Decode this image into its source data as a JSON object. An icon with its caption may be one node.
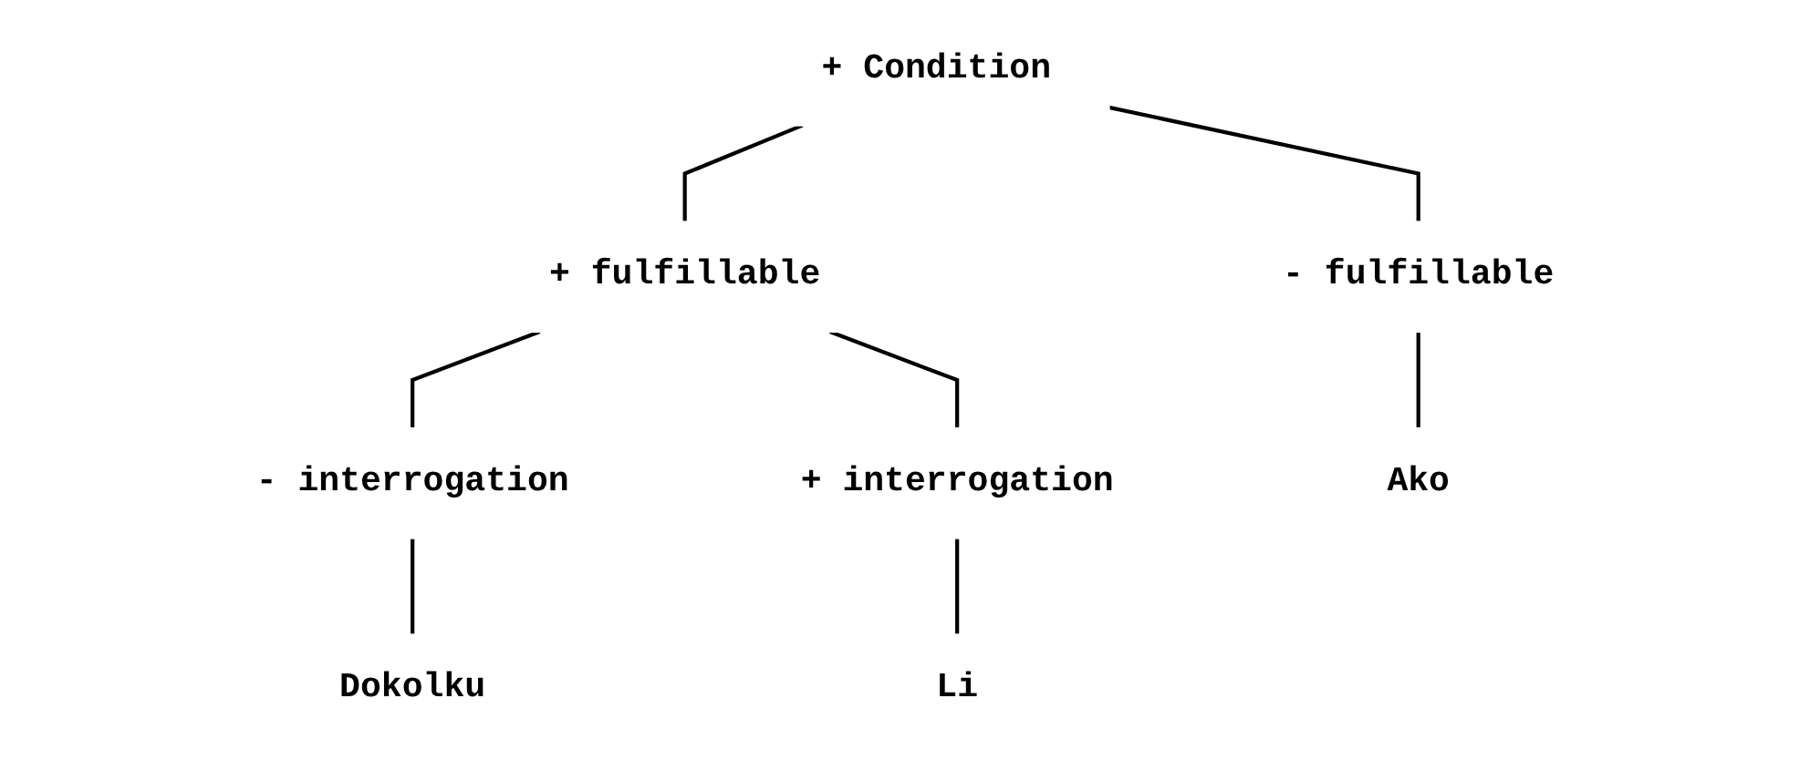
{
  "diagram": {
    "nodes": [
      {
        "text": [
          "+ Condition"
        ]
      },
      {
        "text": [
          "- fulfillable"
        ]
      },
      {
        "text": [
          "+ fulfillable"
        ]
      },
      {
        "text": [
          "- interrogation"
        ]
      },
      {
        "text": [
          "+ interrogation"
        ]
      },
      {
        "text": [
          "Ako"
        ]
      },
      {
        "text": [
          "Dokolku"
        ]
      },
      {
        "text": [
          "Li"
        ]
      }
    ],
    "edges": [
      {
        "from": 0,
        "to": 1,
        "arrow": "none"
      },
      {
        "from": 0,
        "to": 2,
        "arrow": "none"
      },
      {
        "from": 1,
        "to": 5,
        "arrow": "none"
      },
      {
        "from": 2,
        "to": 3,
        "arrow": "none"
      },
      {
        "from": 2,
        "to": 4,
        "arrow": "none"
      },
      {
        "from": 3,
        "to": 6,
        "arrow": "none"
      },
      {
        "from": 4,
        "to": 7,
        "arrow": "none"
      }
    ]
  }
}
